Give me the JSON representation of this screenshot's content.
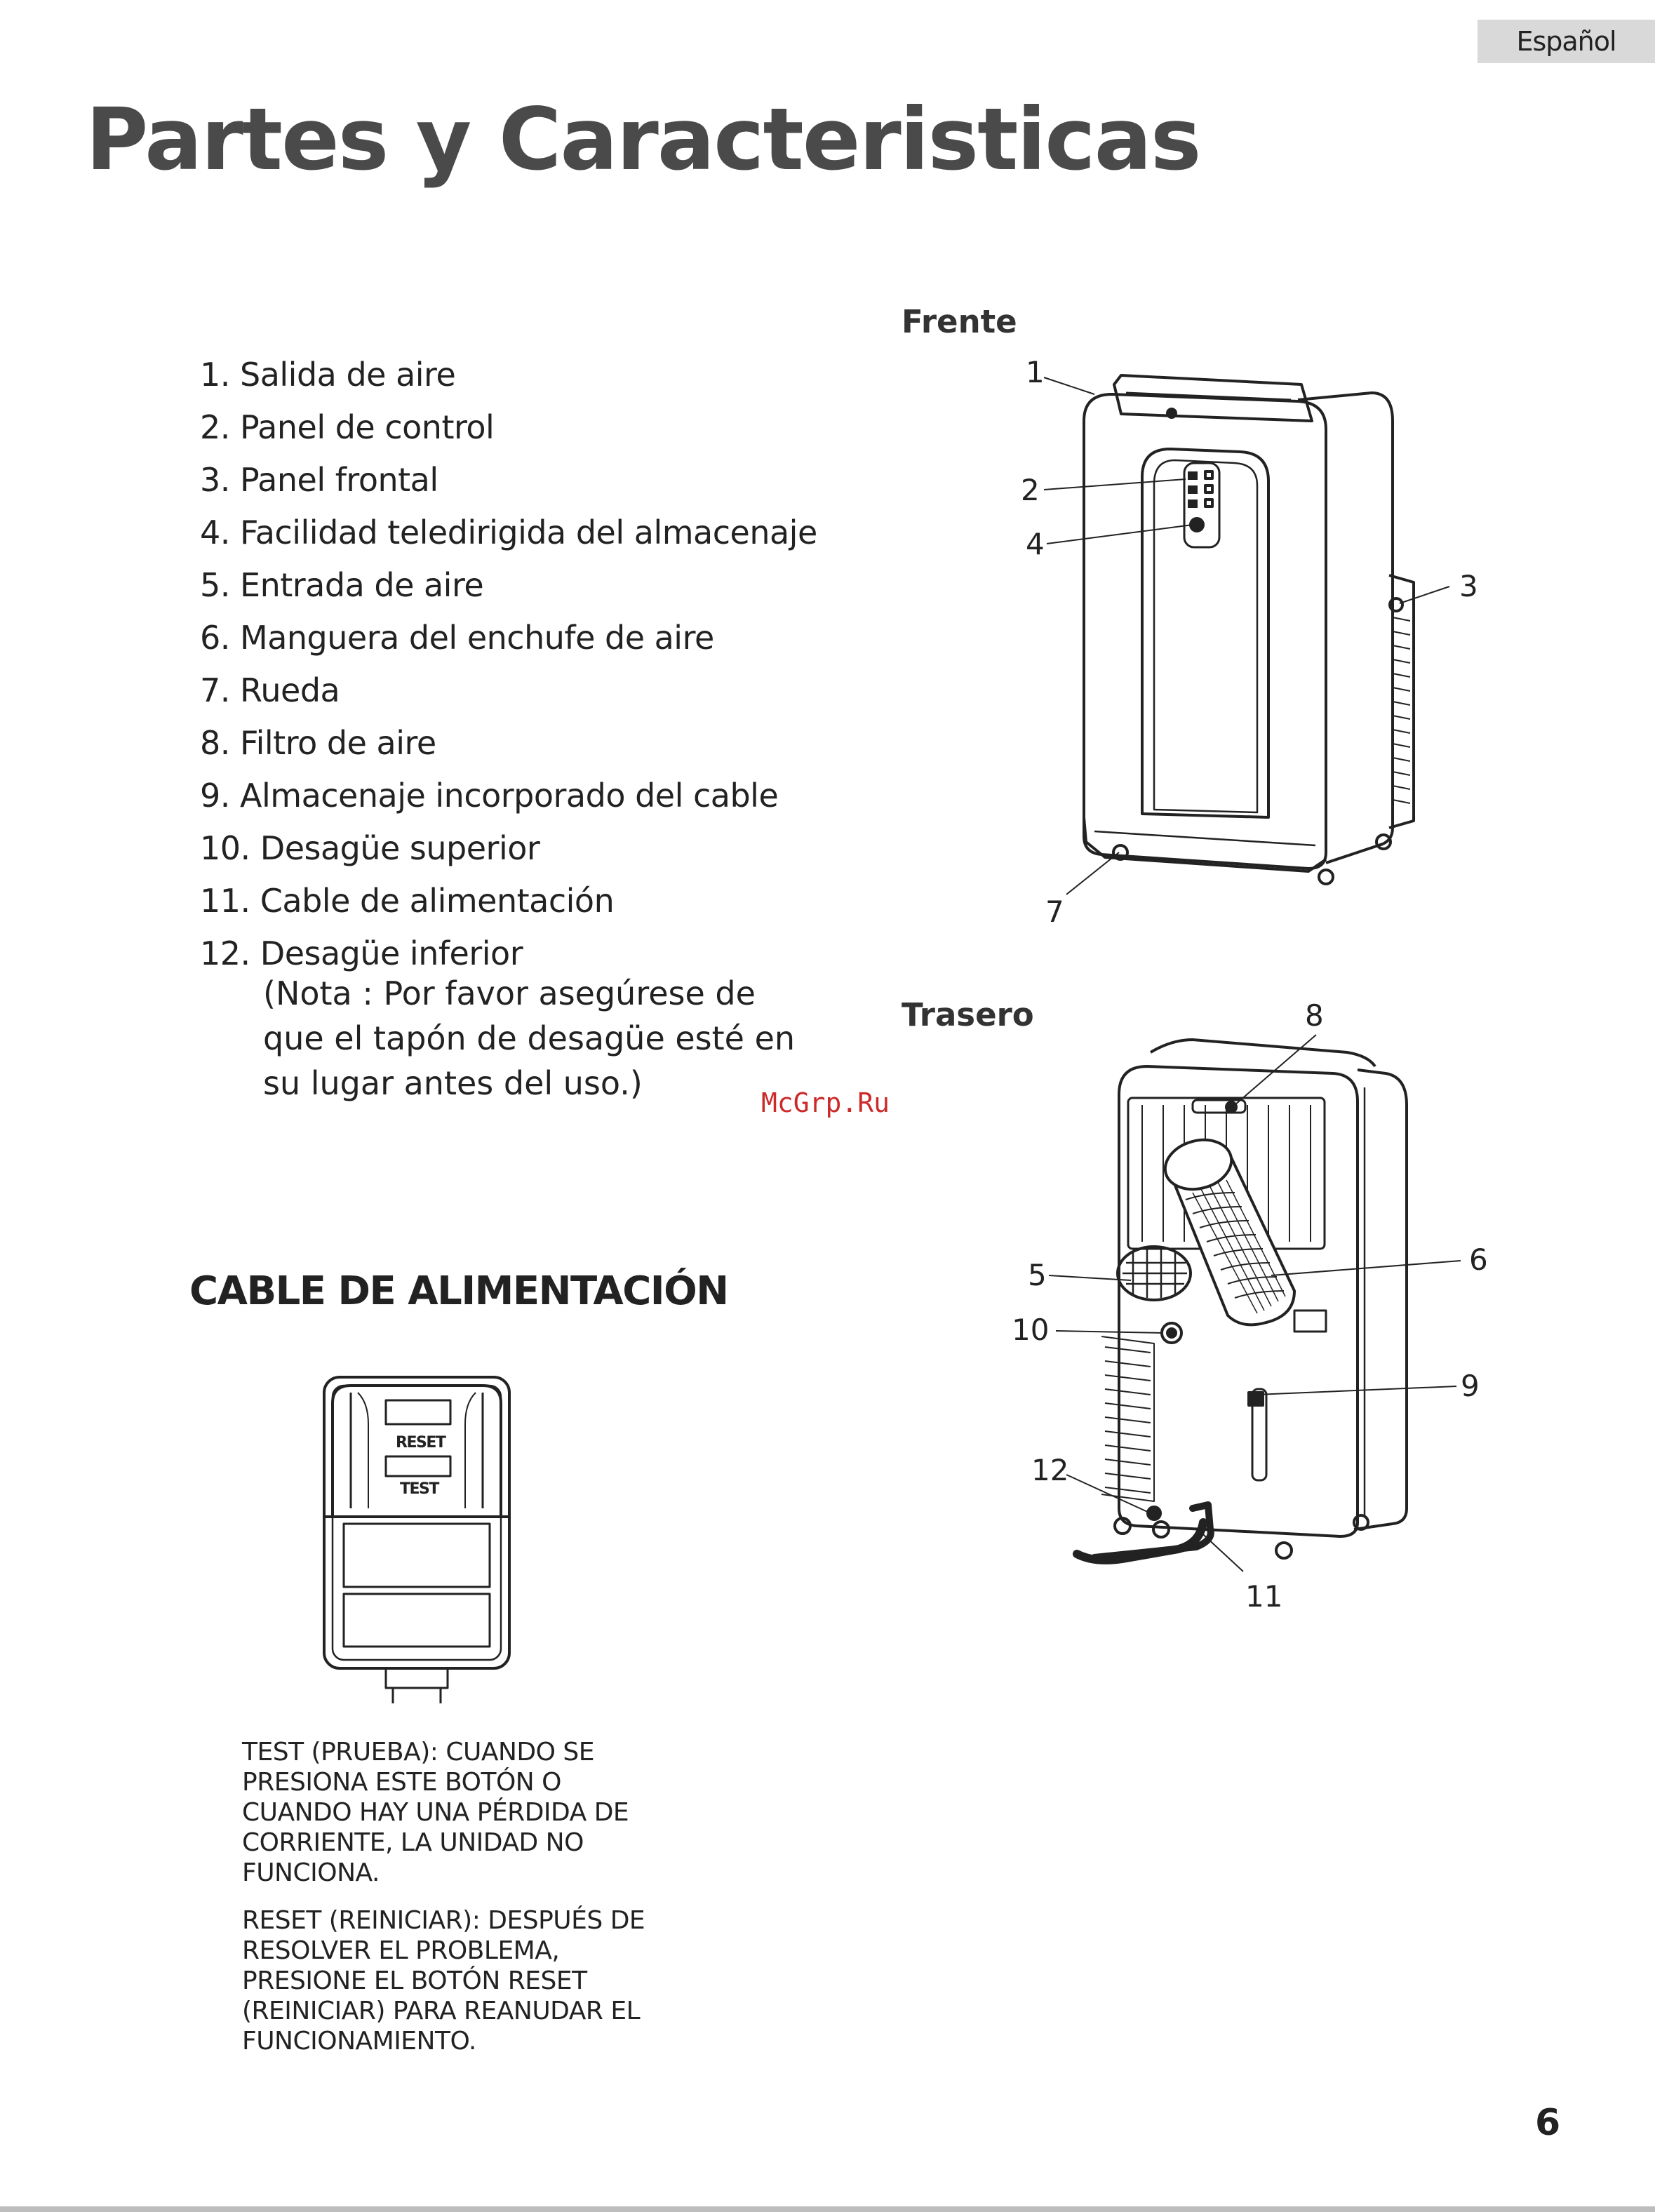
{
  "language_tab": "Español",
  "title": "Partes y Caracteristicas",
  "parts": [
    "1. Salida de aire",
    "2. Panel de control",
    "3. Panel frontal",
    "4. Facilidad teledirigida del almacenaje",
    "5. Entrada de aire",
    "6. Manguera del enchufe de aire",
    "7. Rueda",
    "8. Filtro de aire",
    "9. Almacenaje incorporado del cable",
    "10. Desagüe superior",
    "11. Cable de alimentación",
    "12. Desagüe inferior"
  ],
  "parts_note": "(Nota : Por favor asegúrese de que el tapón de desagüe esté en su lugar antes del uso.)",
  "front_label": "Frente",
  "rear_label": "Trasero",
  "front_callouts": [
    "1",
    "2",
    "4",
    "3",
    "7"
  ],
  "rear_callouts": [
    "8",
    "5",
    "6",
    "10",
    "9",
    "12",
    "11"
  ],
  "watermark": "McGrp.Ru",
  "section_heading": "CABLE DE ALIMENTACIÓN",
  "plug_labels": {
    "reset": "RESET",
    "test": "TEST"
  },
  "test_description": "TEST (PRUEBA): CUANDO SE PRESIONA ESTE BOTÓN O CUANDO HAY UNA PÉRDIDA DE CORRIENTE, LA UNIDAD NO FUNCIONA.",
  "reset_description": "RESET (REINICIAR): DESPUÉS DE RESOLVER EL PROBLEMA, PRESIONE EL BOTÓN RESET (REINICIAR) PARA REANUDAR EL FUNCIONAMIENTO.",
  "page_number": "6"
}
